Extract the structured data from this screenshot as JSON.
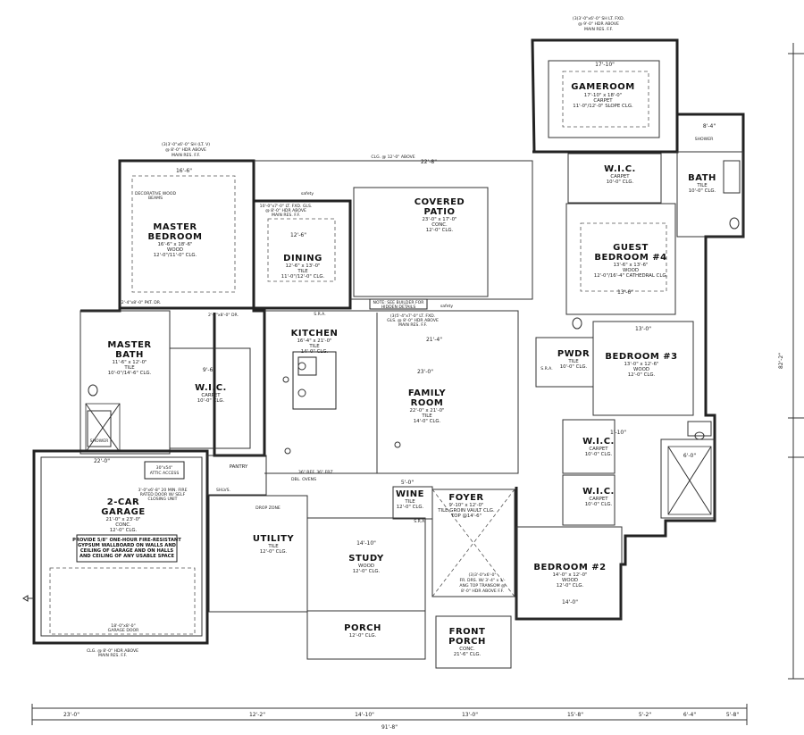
{
  "rooms": {
    "gameroom": {
      "name": "GAMEROOM",
      "l1": "17'-10\" x 18'-0\"",
      "l2": "CARPET",
      "l3": "11'-0\"/12'-0\" SLOPE CLG."
    },
    "patio": {
      "name1": "COVERED",
      "name2": "PATIO",
      "l1": "23'-0\" x 17'-0\"",
      "l2": "CONC.",
      "l3": "12'-0\" CLG."
    },
    "master_bedroom": {
      "name1": "MASTER",
      "name2": "BEDROOM",
      "l1": "16'-6\" x 18'-6\"",
      "l2": "WOOD",
      "l3": "12'-0\"/11'-0\" CLG."
    },
    "dining": {
      "name": "DINING",
      "l1": "12'-6\" x 13'-0\"",
      "l2": "TILE",
      "l3": "11'-0\"/12'-0\" CLG."
    },
    "wic_upper": {
      "name": "W.I.C.",
      "l1": "CARPET",
      "l2": "10'-0\" CLG."
    },
    "bath_upper": {
      "name": "BATH",
      "l1": "TILE",
      "l2": "10'-0\" CLG."
    },
    "guest4": {
      "name1": "GUEST",
      "name2": "BEDROOM #4",
      "l1": "13'-6\" x 13'-6\"",
      "l2": "WOOD",
      "l3": "12'-0\"/16'-4\" CATHEDRAL CLG."
    },
    "master_bath": {
      "name1": "MASTER",
      "name2": "BATH",
      "l1": "11'-6\" x 12'-0\"",
      "l2": "TILE",
      "l3": "10'-0\"/14'-6\" CLG."
    },
    "kitchen": {
      "name": "KITCHEN",
      "l1": "16'-4\" x 21'-0\"",
      "l2": "TILE",
      "l3": "14'-0\" CLG."
    },
    "wic_master": {
      "name": "W.I.C.",
      "l1": "CARPET",
      "l2": "10'-0\" CLG."
    },
    "family": {
      "name1": "FAMILY",
      "name2": "ROOM",
      "l1": "22'-0\" x 21'-0\"",
      "l2": "TILE",
      "l3": "14'-0\" CLG."
    },
    "pwdr": {
      "name": "PWDR",
      "l1": "TILE",
      "l2": "10'-0\" CLG."
    },
    "bedroom3": {
      "name": "BEDROOM #3",
      "l1": "13'-0\" x 12'-6\"",
      "l2": "WOOD",
      "l3": "12'-0\" CLG."
    },
    "wic_a": {
      "name": "W.I.C.",
      "l1": "CARPET",
      "l2": "10'-0\" CLG."
    },
    "wic_b": {
      "name": "W.I.C.",
      "l1": "CARPET",
      "l2": "10'-0\" CLG."
    },
    "garage": {
      "name1": "2-CAR",
      "name2": "GARAGE",
      "l1": "21'-0\" x 23'-0\"",
      "l2": "CONC.",
      "l3": "12'-0\" CLG."
    },
    "wine": {
      "name": "WINE",
      "l1": "TILE",
      "l2": "12'-0\" CLG."
    },
    "foyer": {
      "name": "FOYER",
      "l1": "9'-10\" x 12'-0\"",
      "l2": "TILE GROIN VAULT CLG.",
      "l3": "TOP @14'-6\""
    },
    "utility": {
      "name": "UTILITY",
      "l1": "TILE",
      "l2": "12'-0\" CLG."
    },
    "study": {
      "name": "STUDY",
      "l1": "WOOD",
      "l2": "12'-0\" CLG."
    },
    "bedroom2": {
      "name": "BEDROOM #2",
      "l1": "14'-0\" x 12'-0\"",
      "l2": "WOOD",
      "l3": "12'-0\" CLG."
    },
    "porch": {
      "name": "PORCH",
      "l1": "12'-0\" CLG."
    },
    "front_porch": {
      "name1": "FRONT",
      "name2": "PORCH",
      "l1": "CONC.",
      "l2": "21'-6\" CLG."
    },
    "pantry": {
      "name": "PANTRY"
    }
  },
  "notes": {
    "gameroom_top": [
      "(3)3'-0\"x6'-0\" SH LT. FXD.",
      "@ 9'-0\" HDR ABOVE",
      "MAIN RES. F.F."
    ],
    "master_top": [
      "(3)3'-0\"x6'-0\" SH (LT. V)",
      "@ 8'-0\" HDR ABOVE",
      "MAIN RES. F.F."
    ],
    "patio_top": "CLG. @ 12'-0\" ABOVE",
    "dining_top": [
      "10'-0\"x7'-0\" LT. FXD. GLS.",
      "@ 8'-0\" HDR ABOVE",
      "MAIN RES. F.F."
    ],
    "builder": [
      "NOTE: SEE BUILDER FOR",
      "HIDDEN DETAILS"
    ],
    "family_top": [
      "(3)5'-4\"x7'-0\" LT. FXD.",
      "GLS. @ 8'-0\" HDR ABOVE",
      "MAIN RES. F.F."
    ],
    "beams": [
      "DECORATIVE WOOD",
      "BEAMS",
      ""
    ],
    "attic": [
      "30\"x54\"",
      "ATTIC ACCESS"
    ],
    "fire_door": [
      "3'-0\"x6'-8\" 20 MIN. FIRE",
      "RATED DOOR W/ SELF",
      "CLOSING UNIT"
    ],
    "gypsum": [
      "PROVIDE 5/8\" ONE-HOUR FIRE-RESISTANT",
      "GYPSUM WALLBOARD ON WALLS AND",
      "CEILING OF GARAGE AND ON HALLS",
      "AND CEILING OF ANY USABLE SPACE"
    ],
    "garage_door": [
      "18'-0\"x8'-0\"",
      "GARAGE DOOR"
    ],
    "garage_bottom": [
      "CLG. @ 8'-0\" HDR ABOVE",
      "MAIN RES. F.F."
    ],
    "foyer_window": [
      "(3)3'-0\"x6'-0\"",
      "FR. DRS. W/ 3'-4\" x 1'-",
      "ANG TOP TRANSOM @",
      "8'-0\" HDR ABOVE F.F."
    ],
    "kitchen_bottom": "36\" REF.  36\" FRZ.",
    "ovens": "DBL. OVENS",
    "sra_top": "S.R.A.",
    "safety": "safety",
    "dr": "2'-8\"x8'-0\" DR.",
    "pkt_dr": "2'-4\"x8'-0\" PKT. DR.",
    "shower": "SHOWER",
    "drop_zone": "DROP ZONE",
    "shlvs": "SHLVS.",
    "sra": "S.R.A."
  },
  "dimensions": {
    "bottom": [
      "23'-0\"",
      "12'-2\"",
      "14'-10\"",
      "13'-0\"",
      "15'-8\"",
      "5'-2\"",
      "6'-4\"",
      "5'-8\""
    ],
    "total_width": "91'-8\"",
    "total_depth": "82'-2\"",
    "gameroom_w": "17'-10\"",
    "master_w": "16'-6\"",
    "patio_w": "22'-8\"",
    "dining_w": "12'-6\"",
    "kitchen_w": "21'-4\"",
    "family_w": "23'-0\"",
    "wic_w": "9'-6\"",
    "bed3_w": "13'-0\"",
    "guest_w": "13'-6\"",
    "bed2_w": "14'-0\"",
    "study_w": "14'-10\"",
    "garage_w": "22'-0\"",
    "wine_w": "5'-0\"",
    "bath2_w": "6'-0\"",
    "bath_upper_w": "8'-4\"",
    "wic_top": "1'-10\""
  }
}
